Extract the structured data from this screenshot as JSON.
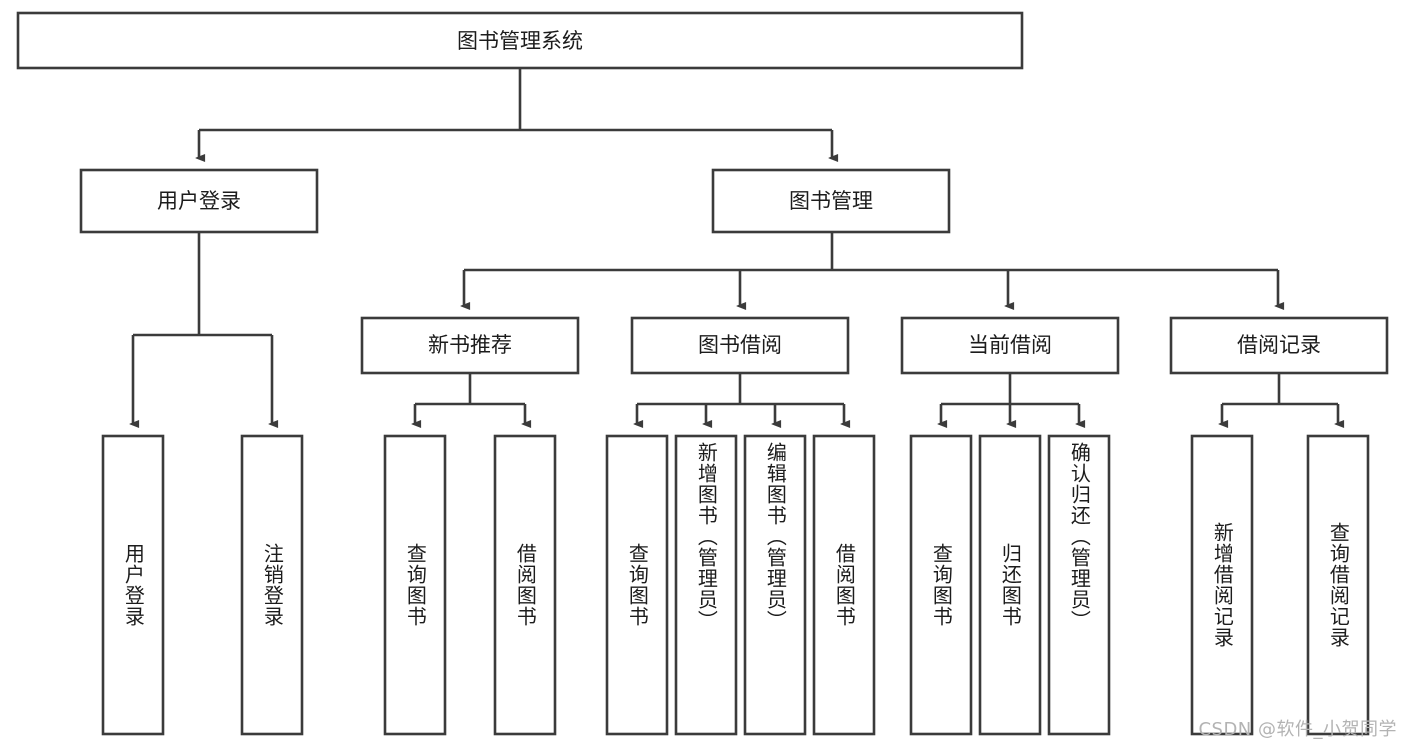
{
  "diagram": {
    "type": "tree",
    "title": "图书管理系统",
    "root": {
      "label": "图书管理系统",
      "children": [
        {
          "label": "用户登录",
          "children": [
            {
              "label": "用户登录"
            },
            {
              "label": "注销登录"
            }
          ]
        },
        {
          "label": "图书管理",
          "children": [
            {
              "label": "新书推荐",
              "children": [
                {
                  "label": "查询图书"
                },
                {
                  "label": "借阅图书"
                }
              ]
            },
            {
              "label": "图书借阅",
              "children": [
                {
                  "label": "查询图书"
                },
                {
                  "label": "新增图书（管理员）"
                },
                {
                  "label": "编辑图书（管理员）"
                },
                {
                  "label": "借阅图书"
                }
              ]
            },
            {
              "label": "当前借阅",
              "children": [
                {
                  "label": "查询图书"
                },
                {
                  "label": "归还图书"
                },
                {
                  "label": "确认归还（管理员）"
                }
              ]
            },
            {
              "label": "借阅记录",
              "children": [
                {
                  "label": "新增借阅记录"
                },
                {
                  "label": "查询借阅记录"
                }
              ]
            }
          ]
        }
      ]
    }
  },
  "nodes": {
    "root": "图书管理系统",
    "user_login": "用户登录",
    "book_manage": "图书管理",
    "new_book_rec": "新书推荐",
    "book_borrow": "图书借阅",
    "current_borrow": "当前借阅",
    "borrow_record": "借阅记录",
    "leaf_user_login": "用户登录",
    "leaf_logout": "注销登录",
    "leaf_rec_query": "查询图书",
    "leaf_rec_borrow": "借阅图书",
    "leaf_borrow_query": "查询图书",
    "leaf_borrow_add": "新增图书（管理员）",
    "leaf_borrow_edit": "编辑图书（管理员）",
    "leaf_borrow_do": "借阅图书",
    "leaf_cur_query": "查询图书",
    "leaf_cur_return": "归还图书",
    "leaf_cur_confirm": "确认归还（管理员）",
    "leaf_rec_add": "新增借阅记录",
    "leaf_rec_query2": "查询借阅记录"
  },
  "watermark": {
    "text": "CSDN @软件_小贺同学"
  },
  "colors": {
    "stroke": "#3b3b3b",
    "text": "#1c1c1c",
    "background": "#ffffff",
    "watermark": "#b3b3b3"
  }
}
